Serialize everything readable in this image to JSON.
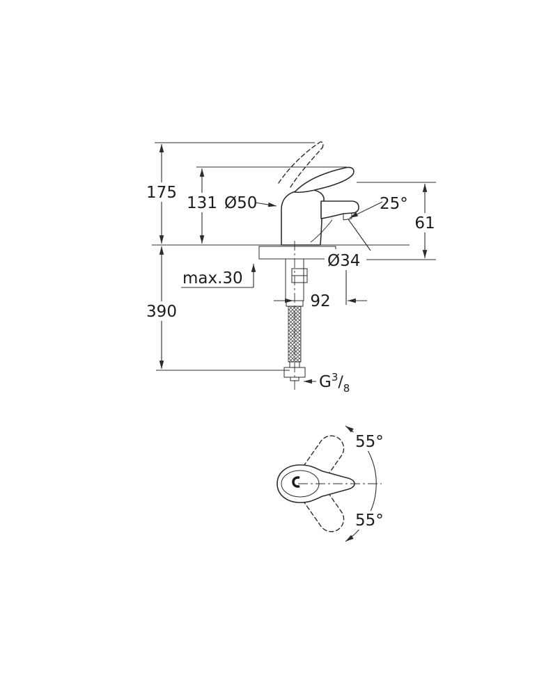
{
  "page": {
    "background": "#ffffff",
    "line_color": "#2b2b2b",
    "text_color": "#1c1c1c"
  },
  "drawing": {
    "kind": "faucet-dimension-drawing",
    "side_view": {
      "dim_175": "175",
      "dim_131": "131",
      "dia_50": "Ø50",
      "angle_25": "25°",
      "dim_61": "61",
      "dia_34": "Ø34",
      "max_30": "max.30",
      "dim_390": "390",
      "dim_92": "92",
      "thread": {
        "g": "G",
        "numerator": "3",
        "slash": "/",
        "denominator": "8"
      }
    },
    "plan_view": {
      "angle_55_up": "55°",
      "angle_55_down": "55°"
    }
  }
}
